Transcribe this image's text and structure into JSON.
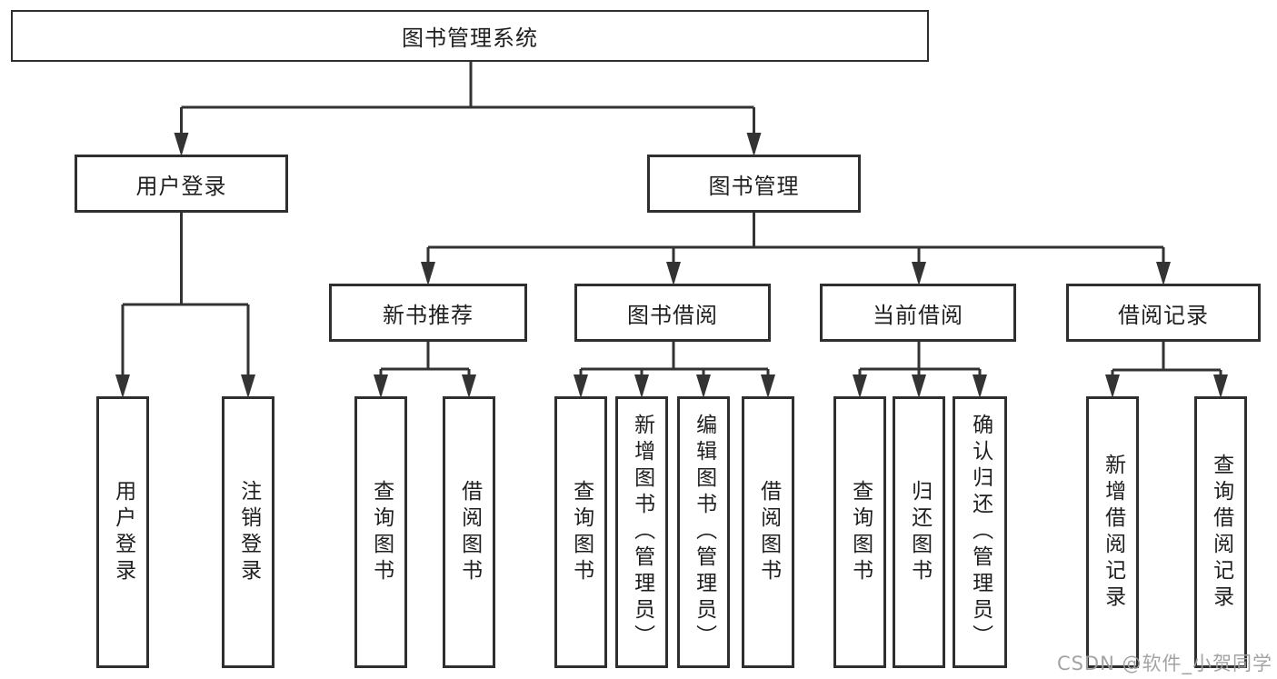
{
  "diagram_title": "图书管理系统",
  "nodes": {
    "root": {
      "label": "图书管理系统"
    },
    "userLogin": {
      "label": "用户登录"
    },
    "bookMgmt": {
      "label": "图书管理"
    },
    "newBooks": {
      "label": "新书推荐"
    },
    "bookBorrow": {
      "label": "图书借阅"
    },
    "currentBorrow": {
      "label": "当前借阅"
    },
    "borrowRecords": {
      "label": "借阅记录"
    },
    "leafUserLogin": {
      "label": "用户登录"
    },
    "leafLogout": {
      "label": "注销登录"
    },
    "leafQueryBooks1": {
      "label": "查询图书"
    },
    "leafBorrowBooks1": {
      "label": "借阅图书"
    },
    "leafQueryBooks2": {
      "label": "查询图书"
    },
    "leafAddBooks": {
      "label": "新增图书（管理员）"
    },
    "leafEditBooks": {
      "label": "编辑图书（管理员）"
    },
    "leafBorrowBooks2": {
      "label": "借阅图书"
    },
    "leafQueryBooks3": {
      "label": "查询图书"
    },
    "leafReturnBooks": {
      "label": "归还图书"
    },
    "leafConfirmReturn": {
      "label": "确认归还（管理员）"
    },
    "leafAddRecord": {
      "label": "新增借阅记录"
    },
    "leafQueryRecord": {
      "label": "查询借阅记录"
    }
  },
  "hierarchy": {
    "图书管理系统": [
      "用户登录",
      "图书管理"
    ],
    "用户登录": [
      "用户登录",
      "注销登录"
    ],
    "图书管理": [
      "新书推荐",
      "图书借阅",
      "当前借阅",
      "借阅记录"
    ],
    "新书推荐": [
      "查询图书",
      "借阅图书"
    ],
    "图书借阅": [
      "查询图书",
      "新增图书（管理员）",
      "编辑图书（管理员）",
      "借阅图书"
    ],
    "当前借阅": [
      "查询图书",
      "归还图书",
      "确认归还（管理员）"
    ],
    "借阅记录": [
      "新增借阅记录",
      "查询借阅记录"
    ]
  },
  "watermark": {
    "text": "CSDN @软件_小贺同学"
  },
  "colors": {
    "line": "#333333",
    "border": "#2f2f2f",
    "text": "#1f1f1f",
    "background": "#ffffff",
    "watermark": "#9e9e9e"
  }
}
